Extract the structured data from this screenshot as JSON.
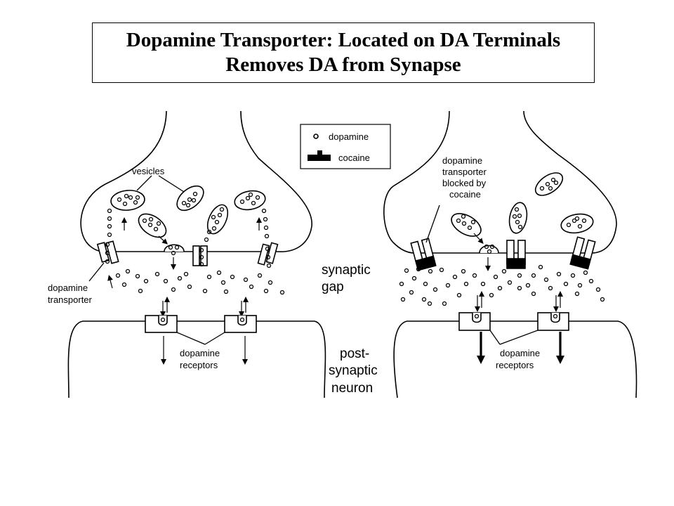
{
  "title": {
    "line1": "Dopamine Transporter:  Located on DA Terminals",
    "line2": "Removes DA from Synapse"
  },
  "legend": {
    "dopamine": "dopamine",
    "cocaine": "cocaine"
  },
  "left_panel": {
    "vesicles": "vesicles",
    "transporter_line1": "dopamine",
    "transporter_line2": "transporter",
    "receptors_line1": "dopamine",
    "receptors_line2": "receptors"
  },
  "right_panel": {
    "blocked_line1": "dopamine",
    "blocked_line2": "transporter",
    "blocked_line3": "blocked by",
    "blocked_line4": "cocaine",
    "receptors_line1": "dopamine",
    "receptors_line2": "receptors"
  },
  "center_labels": {
    "synaptic_gap_line1": "synaptic",
    "synaptic_gap_line2": "gap",
    "post_line1": "post-",
    "post_line2": "synaptic",
    "post_line3": "neuron"
  }
}
